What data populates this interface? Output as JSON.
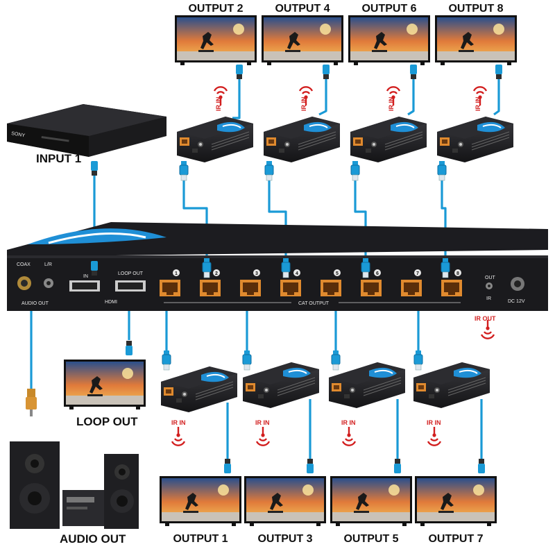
{
  "labels": {
    "input_1": "INPUT 1",
    "loop_out": "LOOP OUT",
    "audio_out": "AUDIO OUT",
    "ir_out": "IR OUT",
    "output_1": "OUTPUT 1",
    "output_2": "OUTPUT 2",
    "output_3": "OUTPUT 3",
    "output_4": "OUTPUT 4",
    "output_5": "OUTPUT 5",
    "output_6": "OUTPUT 6",
    "output_7": "OUTPUT 7",
    "output_8": "OUTPUT 8",
    "ir_in": "IR IN"
  },
  "device_panel": {
    "coax": "COAX",
    "lr": "L/R",
    "audio_out": "AUDIO OUT",
    "hdmi_in": "IN",
    "loop_out": "LOOP OUT",
    "hdmi": "HDMI",
    "cat_output": "CAT OUTPUT",
    "port_numbers": [
      "1",
      "2",
      "3",
      "4",
      "5",
      "6",
      "7",
      "8"
    ],
    "ir_out": "OUT",
    "ir": "IR",
    "dc": "DC 12V"
  },
  "dvd_brand": "SONY",
  "colors": {
    "cable": "#1a9ad6",
    "ir_red": "#d21e1e",
    "device_body": "#1c1c1f",
    "accent_blue": "#1f8fd6",
    "rj45_orange": "#e08a2e"
  }
}
